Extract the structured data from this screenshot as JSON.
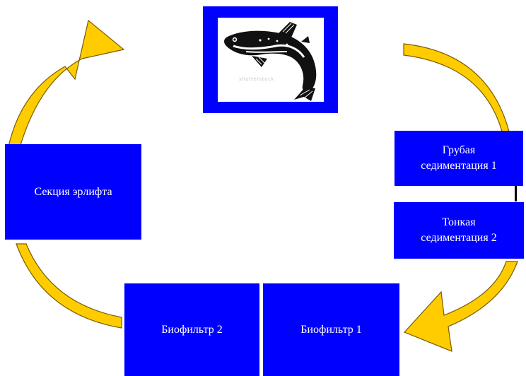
{
  "diagram": {
    "colors": {
      "box_fill": "#0000FF",
      "box_text": "#FFFFFF",
      "arrow_fill": "#FFCC00",
      "arrow_stroke": "#7A5A00"
    },
    "image": {
      "icon": "fish-icon",
      "watermark": "shutterstock"
    },
    "nodes": {
      "coarse_sedimentation": {
        "line1": "Грубая",
        "line2": "седиментация 1"
      },
      "fine_sedimentation": {
        "line1": "Тонкая",
        "line2": "седиментация 2"
      },
      "biofilter_1": {
        "label": "Биофильтр 1"
      },
      "biofilter_2": {
        "label": "Биофильтр 2"
      },
      "airlift_section": {
        "label": "Секция эрлифта"
      }
    }
  }
}
